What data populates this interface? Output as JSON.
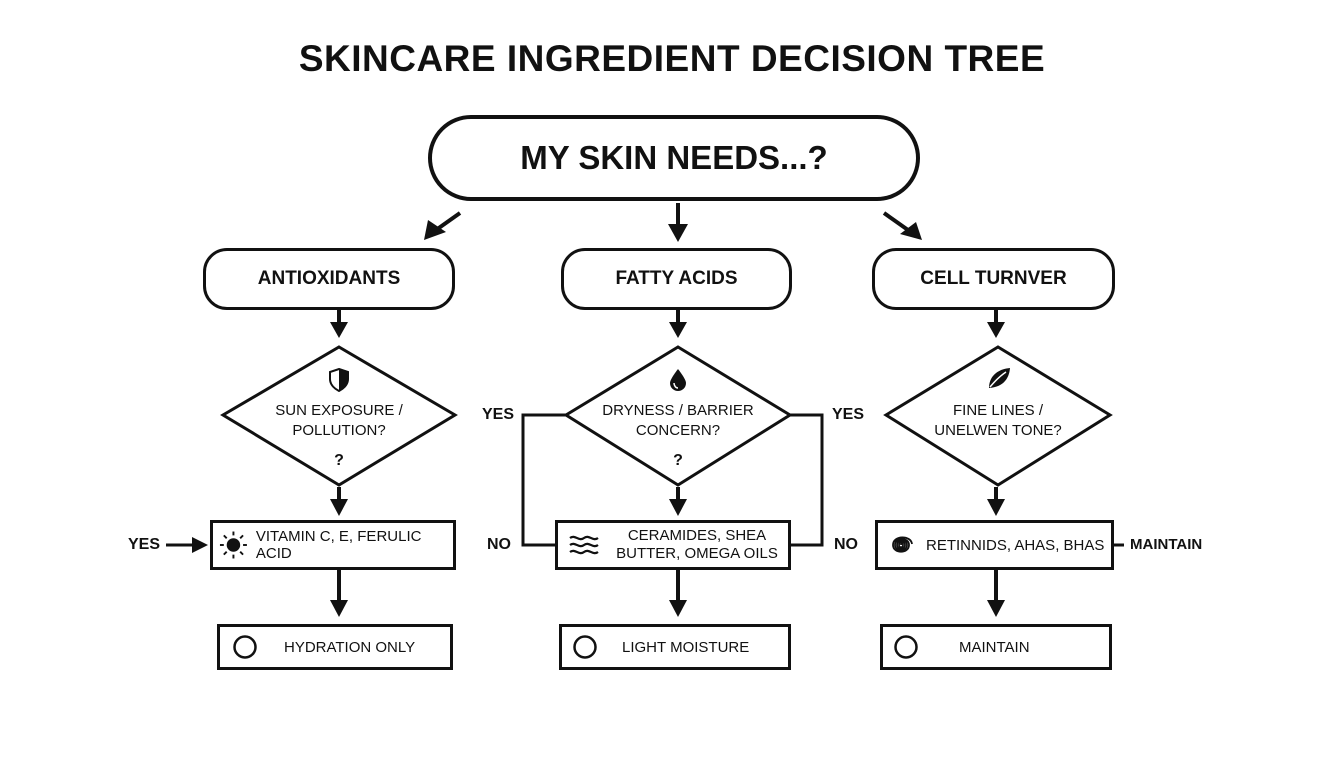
{
  "title": "SKINCARE INGREDIENT DECISION TREE",
  "root": "MY SKIN NEEDS...?",
  "branches": [
    {
      "label": "ANTIOXIDANTS",
      "icon": "shield-icon",
      "question_line1": "SUN EXPOSURE /",
      "question_line2": "POLLUTION?",
      "question_mark": "?",
      "result_icon": "sun-icon",
      "result": "VITAMIN C, E, FERULIC ACID",
      "outcome_icon": "circle-icon",
      "outcome": "HYDRATION ONLY",
      "side_left": "YES"
    },
    {
      "label": "FATTY ACIDS",
      "icon": "droplet-icon",
      "question_line1": "DRYNESS / BARRIER",
      "question_line2": "CONCERN?",
      "question_mark": "?",
      "result_icon": "waves-icon",
      "result_line1": "CERAMIDES, SHEA",
      "result_line2": "BUTTER, OMEGA OILS",
      "outcome_icon": "circle-icon",
      "outcome": "LIGHT MOISTURE",
      "yes_left": "YES",
      "no_left": "NO",
      "yes_right": "YES",
      "no_right": "NO"
    },
    {
      "label": "CELL TURNVER",
      "icon": "leaf-icon",
      "question_line1": "FINE LINES /",
      "question_line2": "UNELWEN TONE?",
      "result_icon": "spiral-icon",
      "result": "RETINNIDS, AHAS, BHAS",
      "outcome_icon": "circle-icon",
      "outcome": "MAINTAIN",
      "side_right": "MAINTAIN"
    }
  ]
}
